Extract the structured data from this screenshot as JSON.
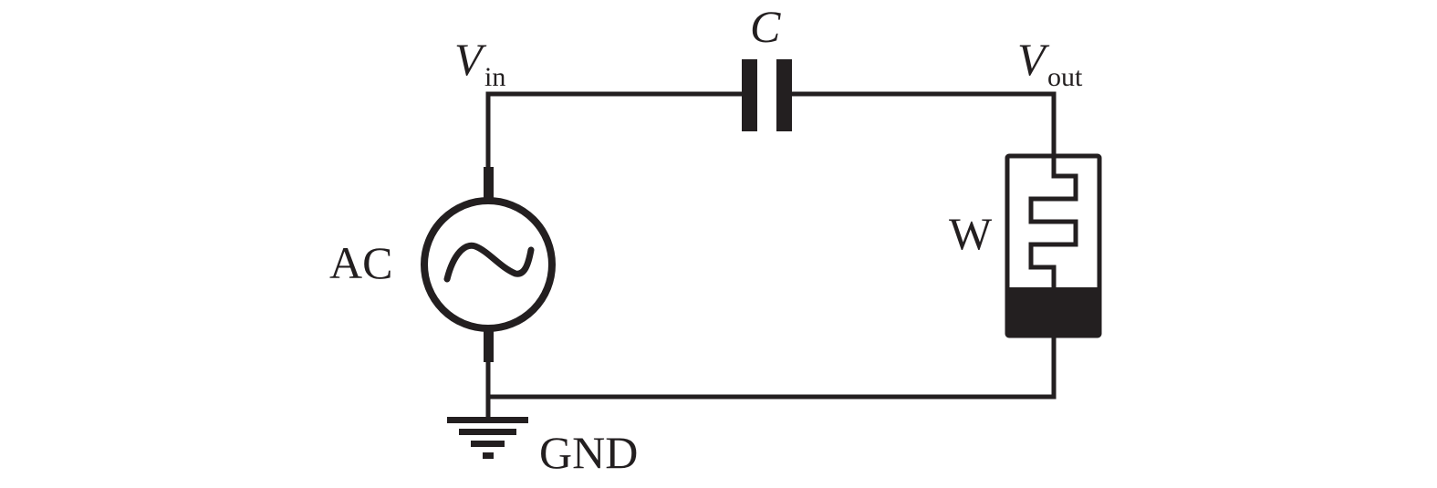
{
  "labels": {
    "capacitor": "C",
    "vin_symbol": "V",
    "vin_subscript": "in",
    "vout_symbol": "V",
    "vout_subscript": "out",
    "ac_source": "AC",
    "sensor": "W",
    "ground": "GND"
  },
  "colors": {
    "ink": "#231f20",
    "background": "#ffffff"
  }
}
